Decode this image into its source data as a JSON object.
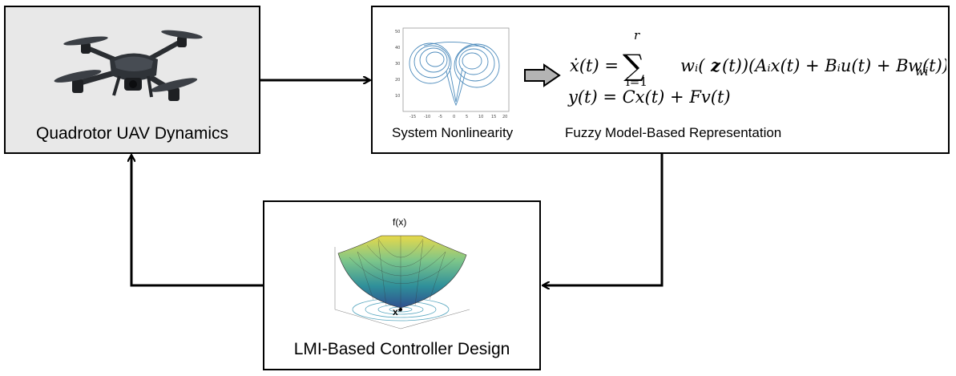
{
  "uav_box": {
    "label": "Quadrotor UAV Dynamics"
  },
  "fuzzy_box": {
    "left_caption": "System Nonlinearity",
    "right_caption": "Fuzzy Model-Based Representation",
    "equation_line1": "ẋ(t) = Σ wᵢ(z(t))(Aᵢx(t) + Bᵢu(t) + B_wi w(t))",
    "equation_line2": "y(t) = Cx(t) + Fv(t)",
    "sum_upper": "r",
    "sum_lower": "i=1"
  },
  "lmi_box": {
    "label": "LMI-Based Controller Design",
    "plot_title": "f(x)",
    "min_label": "x*"
  },
  "colors": {
    "uav_fill": "#e8e8e8",
    "lorenz": "#3a7fb5",
    "arrow_fill": "#b4b4b4"
  },
  "icons": [
    "drone-icon",
    "lorenz-attractor-plot",
    "right-arrow-icon",
    "convex-surface-plot"
  ]
}
